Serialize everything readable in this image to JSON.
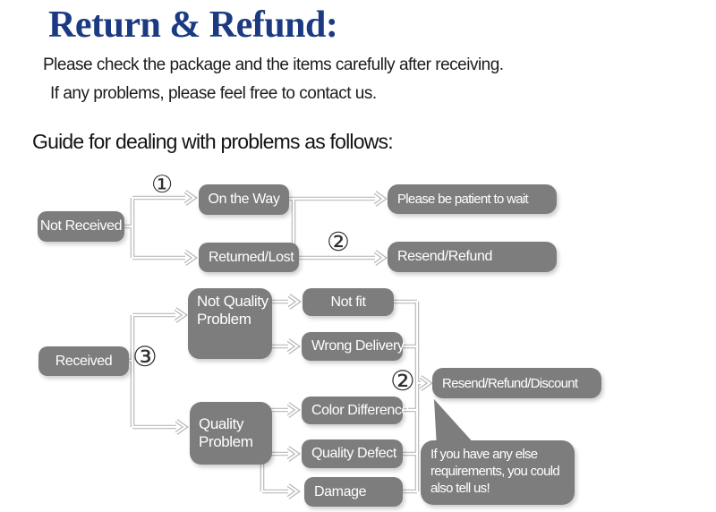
{
  "header": {
    "title": "Return & Refund:",
    "intro_line_1": "Please check the package and the items carefully after receiving.",
    "intro_line_2": "If any problems, please feel free to contact us.",
    "guide_heading": "Guide for dealing with problems as follows:"
  },
  "colors": {
    "title_navy": "#1b3a82",
    "node_gray": "#7d7d7d",
    "node_text": "#ffffff",
    "connector_gray": "#b9b9b9",
    "marker_dark": "#2f2f2f"
  },
  "flow": {
    "nodes": {
      "not_received": "Not Received",
      "on_the_way": "On the Way",
      "returned_lost": "Returned/Lost",
      "please_wait": "Please be patient to wait",
      "resend_refund": "Resend/Refund",
      "received": "Received",
      "not_quality_problem": "Not Quality Problem",
      "not_fit": "Not fit",
      "wrong_delivery": "Wrong Delivery",
      "quality_problem": "Quality Problem",
      "color_difference": "Color Difference",
      "quality_defect": "Quality Defect",
      "damage": "Damage",
      "resend_refund_discount": "Resend/Refund/Discount"
    },
    "markers": {
      "step_1": "①",
      "step_2_top": "②",
      "step_3": "③",
      "step_2_bottom": "②"
    },
    "bubble": {
      "line_1": "If you have any else",
      "line_2": "requirements, you could",
      "line_3": "also tell us!"
    }
  }
}
